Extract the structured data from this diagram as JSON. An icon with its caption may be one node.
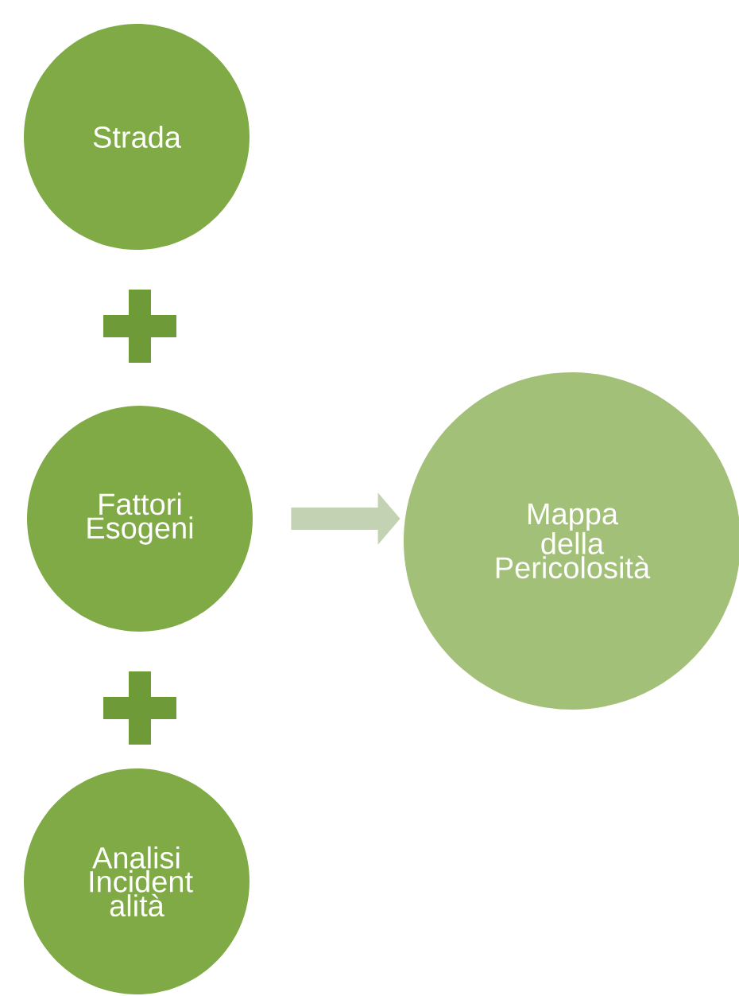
{
  "diagram": {
    "nodes": [
      {
        "text": [
          "Strada"
        ]
      },
      {
        "text": [
          "Fattori Esogeni"
        ]
      },
      {
        "text": [
          "Analisi Incident alità"
        ]
      },
      {
        "text": [
          "Mappa della Pericolosità"
        ]
      }
    ],
    "edges": [
      {
        "from": 1,
        "to": 3,
        "arrow": "to"
      }
    ]
  }
}
